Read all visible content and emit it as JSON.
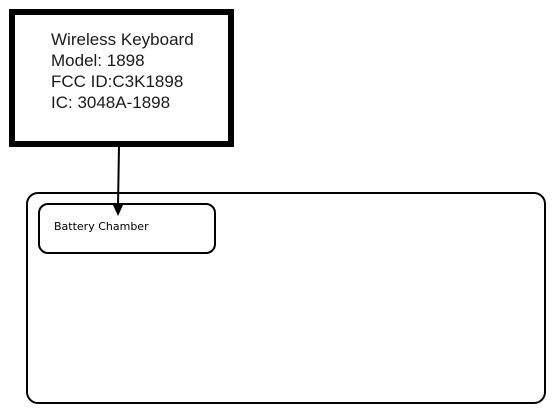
{
  "label": {
    "lines": [
      "Wireless Keyboard",
      "Model: 1898",
      "FCC ID:C3K1898",
      "IC: 3048A-1898"
    ]
  },
  "battery_chamber": {
    "label": "Battery Chamber"
  },
  "colors": {
    "stroke": "#000000",
    "text": "#1a1a1a",
    "background": "#ffffff"
  }
}
